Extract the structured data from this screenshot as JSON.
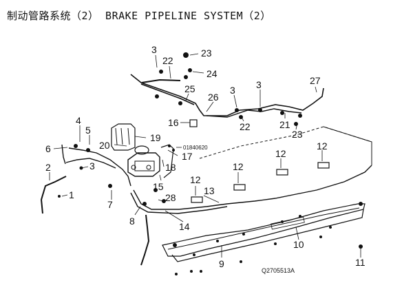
{
  "title": "制动管路系统（2） BRAKE PIPELINE SYSTEM（2）",
  "figure_code": "Q2705513A",
  "part_code": "01840620",
  "callouts": [
    {
      "id": "c1",
      "label": "1"
    },
    {
      "id": "c2",
      "label": "2"
    },
    {
      "id": "c3a",
      "label": "3"
    },
    {
      "id": "c3b",
      "label": "3"
    },
    {
      "id": "c3c",
      "label": "3"
    },
    {
      "id": "c3d",
      "label": "3"
    },
    {
      "id": "c4",
      "label": "4"
    },
    {
      "id": "c5",
      "label": "5"
    },
    {
      "id": "c6",
      "label": "6"
    },
    {
      "id": "c7",
      "label": "7"
    },
    {
      "id": "c8",
      "label": "8"
    },
    {
      "id": "c9",
      "label": "9"
    },
    {
      "id": "c10",
      "label": "10"
    },
    {
      "id": "c11",
      "label": "11"
    },
    {
      "id": "c12a",
      "label": "12"
    },
    {
      "id": "c12b",
      "label": "12"
    },
    {
      "id": "c12c",
      "label": "12"
    },
    {
      "id": "c12d",
      "label": "12"
    },
    {
      "id": "c13",
      "label": "13"
    },
    {
      "id": "c14",
      "label": "14"
    },
    {
      "id": "c15",
      "label": "15"
    },
    {
      "id": "c16",
      "label": "16"
    },
    {
      "id": "c17",
      "label": "17"
    },
    {
      "id": "c18",
      "label": "18"
    },
    {
      "id": "c19",
      "label": "19"
    },
    {
      "id": "c20",
      "label": "20"
    },
    {
      "id": "c21",
      "label": "21"
    },
    {
      "id": "c22a",
      "label": "22"
    },
    {
      "id": "c22b",
      "label": "22"
    },
    {
      "id": "c23a",
      "label": "23"
    },
    {
      "id": "c23b",
      "label": "23"
    },
    {
      "id": "c24",
      "label": "24"
    },
    {
      "id": "c25",
      "label": "25"
    },
    {
      "id": "c26",
      "label": "26"
    },
    {
      "id": "c27",
      "label": "27"
    },
    {
      "id": "c28",
      "label": "28"
    }
  ]
}
